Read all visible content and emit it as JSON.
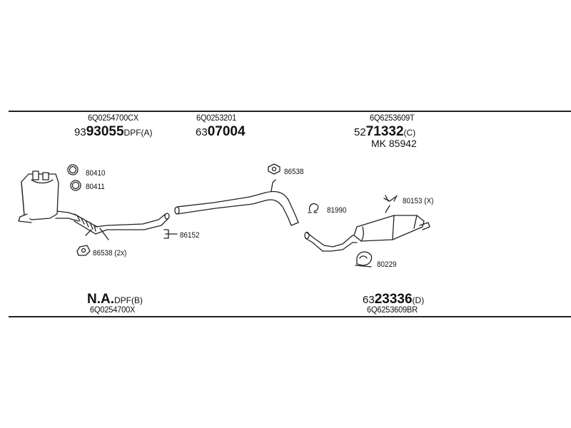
{
  "groups": {
    "g1": {
      "part_number": "6Q0254700CX",
      "ref_prefix": "93",
      "ref_main": "93055",
      "ref_suffix": "DPF(A)"
    },
    "g2": {
      "part_number": "6Q0253201",
      "ref_prefix": "63",
      "ref_main": "07004"
    },
    "g3": {
      "part_number": "6Q6253609T",
      "ref_prefix": "52",
      "ref_main": "71332",
      "ref_suffix": "(C)",
      "secondary": "MK  85942"
    },
    "bottom_left": {
      "ref_main": "N.A.",
      "ref_suffix": "DPF(B)",
      "part_number": "6Q0254700X"
    },
    "bottom_right": {
      "ref_prefix": "63",
      "ref_main": "23336",
      "ref_suffix": "(D)",
      "part_number": "6Q6253609BR"
    }
  },
  "accessories": {
    "a80410": "80410",
    "a80411": "80411",
    "a86538_left": "86538 (2x)",
    "a86152": "86152",
    "a86538_top": "86538",
    "a81990": "81990",
    "a80153": "80153 (X)",
    "a80229": "80229"
  },
  "colors": {
    "line": "#222222",
    "fill": "#ffffff",
    "shade": "#bdbdbd"
  }
}
